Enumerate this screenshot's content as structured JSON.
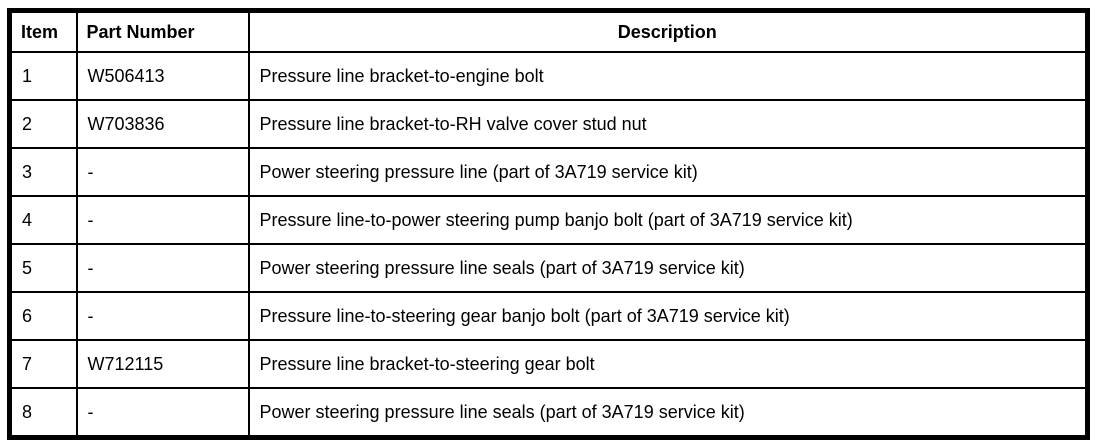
{
  "page": {
    "background": "#ffffff"
  },
  "colors": {
    "border": "#000000",
    "text": "#000000",
    "background": "#ffffff"
  },
  "table": {
    "columns": [
      {
        "key": "item",
        "label": "Item"
      },
      {
        "key": "part_number",
        "label": "Part Number"
      },
      {
        "key": "description",
        "label": "Description"
      }
    ],
    "rows": [
      {
        "item": "1",
        "part_number": "W506413",
        "description": "Pressure line bracket-to-engine bolt"
      },
      {
        "item": "2",
        "part_number": "W703836",
        "description": "Pressure line bracket-to-RH valve cover stud nut"
      },
      {
        "item": "3",
        "part_number": "-",
        "description": "Power steering pressure line (part of 3A719 service kit)"
      },
      {
        "item": "4",
        "part_number": "-",
        "description": "Pressure line-to-power steering pump banjo bolt (part of 3A719 service kit)"
      },
      {
        "item": "5",
        "part_number": "-",
        "description": "Power steering pressure line seals (part of 3A719 service kit)"
      },
      {
        "item": "6",
        "part_number": "-",
        "description": "Pressure line-to-steering gear banjo bolt (part of 3A719 service kit)"
      },
      {
        "item": "7",
        "part_number": "W712115",
        "description": "Pressure line bracket-to-steering gear bolt"
      },
      {
        "item": "8",
        "part_number": "-",
        "description": "Power steering pressure line seals (part of 3A719 service kit)"
      }
    ]
  }
}
